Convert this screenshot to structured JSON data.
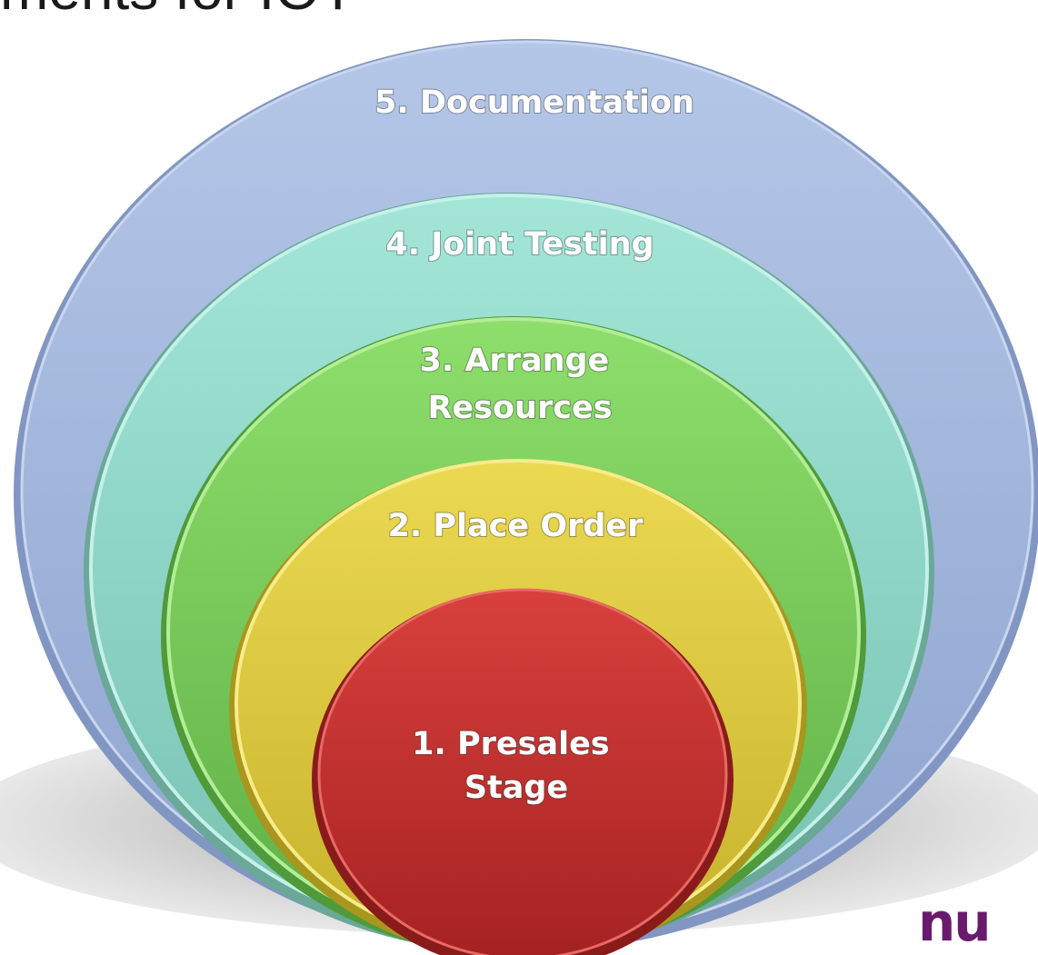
{
  "slide": {
    "title": "ments for IOT"
  },
  "diagram": {
    "stages": [
      {
        "number": 5,
        "label_lines": [
          "5. Documentation"
        ],
        "color": "#9fb4dc"
      },
      {
        "number": 4,
        "label_lines": [
          "4. Joint Testing"
        ],
        "color": "#8cd6c6"
      },
      {
        "number": 3,
        "label_lines": [
          "3. Arrange",
          "Resources"
        ],
        "color": "#74c85a"
      },
      {
        "number": 2,
        "label_lines": [
          "2. Place Order"
        ],
        "color": "#d8c53c"
      },
      {
        "number": 1,
        "label_lines": [
          "1. Presales",
          "Stage"
        ],
        "color": "#c8302e"
      }
    ]
  },
  "logo": {
    "text": "nu"
  }
}
